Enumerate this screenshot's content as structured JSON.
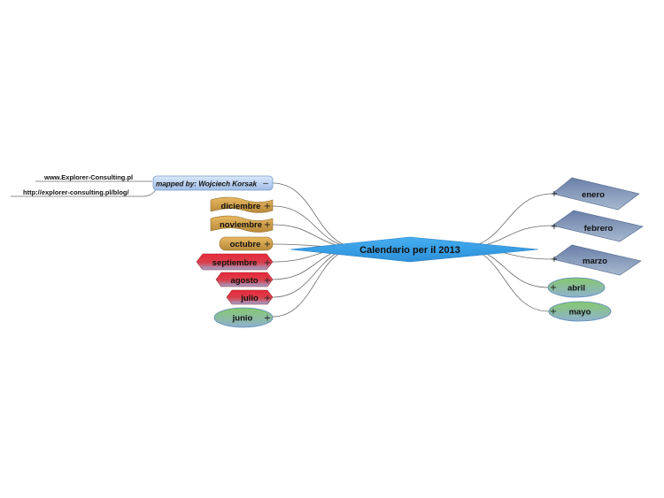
{
  "central": {
    "label": "Calendario per il 2013",
    "color": "#3aa0e8"
  },
  "mapped_by": {
    "label": "mapped by: Wojciech Korsak",
    "toggle": "−"
  },
  "links": [
    {
      "text": "www.Explorer-Consulting.pl"
    },
    {
      "text": "http://explorer-consulting.pl/blog/"
    }
  ],
  "left_branches": [
    {
      "label": "diciembre",
      "toggle": "+",
      "shape": "wave",
      "color": "#d9a64a"
    },
    {
      "label": "noviembre",
      "toggle": "+",
      "shape": "wave",
      "color": "#d9a64a"
    },
    {
      "label": "octubre",
      "toggle": "+",
      "shape": "rounded",
      "color": "#d9a64a"
    },
    {
      "label": "septiembre",
      "toggle": "+",
      "shape": "hexagon",
      "color": "#d8303a"
    },
    {
      "label": "agosto",
      "toggle": "+",
      "shape": "hexagon",
      "color": "#d8303a"
    },
    {
      "label": "julio",
      "toggle": "+",
      "shape": "hexagon",
      "color": "#d8303a"
    },
    {
      "label": "junio",
      "toggle": "+",
      "shape": "ellipse",
      "color": "#7cc07a"
    }
  ],
  "right_branches": [
    {
      "label": "enero",
      "toggle": "+",
      "shape": "diamond",
      "color": "#6f8fbf"
    },
    {
      "label": "febrero",
      "toggle": "+",
      "shape": "diamond",
      "color": "#6f8fbf"
    },
    {
      "label": "marzo",
      "toggle": "+",
      "shape": "diamond",
      "color": "#6f8fbf"
    },
    {
      "label": "abril",
      "toggle": "+",
      "shape": "ellipse",
      "color": "#7cc07a"
    },
    {
      "label": "mayo",
      "toggle": "+",
      "shape": "ellipse",
      "color": "#7cc07a"
    }
  ]
}
